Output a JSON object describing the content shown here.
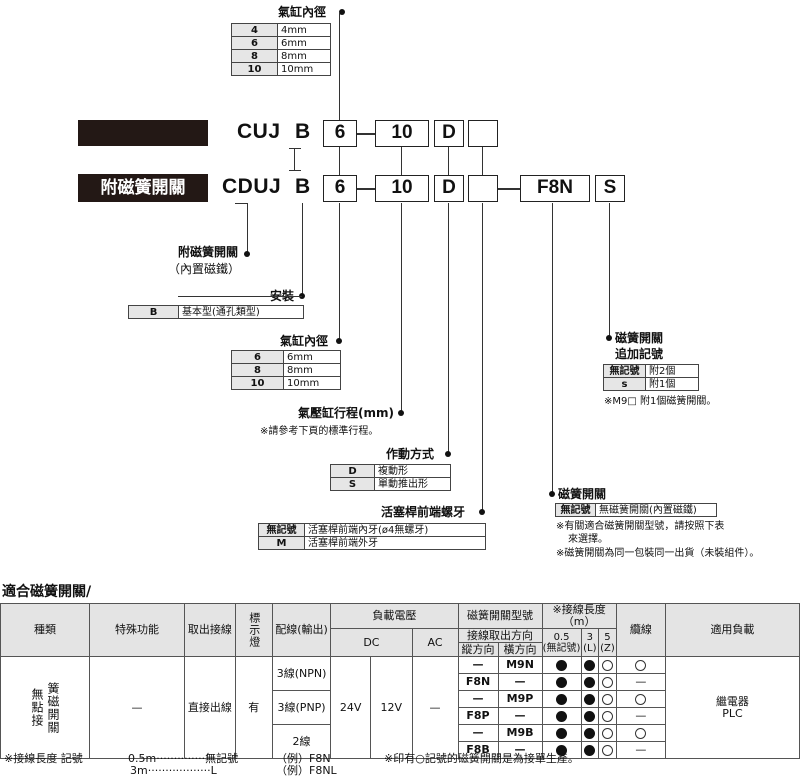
{
  "top_bore": {
    "title": "氣缸內徑",
    "rows": [
      [
        "4",
        "4mm"
      ],
      [
        "6",
        "6mm"
      ],
      [
        "8",
        "8mm"
      ],
      [
        "10",
        "10mm"
      ]
    ]
  },
  "row1": {
    "code": "CUJ",
    "mount": "B",
    "bore": "6",
    "stroke": "10",
    "action": "D"
  },
  "row2": {
    "badge": "附磁簧開關",
    "code": "CDUJ",
    "mount": "B",
    "bore": "6",
    "stroke": "10",
    "action": "D",
    "switch": "F8N",
    "count": "S"
  },
  "magnet": {
    "line1": "附磁簧開關",
    "line2": "（內置磁鐵）"
  },
  "mount": {
    "title": "安裝",
    "rows": [
      [
        "B",
        "基本型(通孔類型)"
      ]
    ]
  },
  "bore2": {
    "title": "氣缸內徑",
    "rows": [
      [
        "6",
        "6mm"
      ],
      [
        "8",
        "8mm"
      ],
      [
        "10",
        "10mm"
      ]
    ]
  },
  "stroke": {
    "title": "氣壓缸行程(mm)",
    "note": "※請參考下頁的標準行程。"
  },
  "action": {
    "title": "作動方式",
    "rows": [
      [
        "D",
        "複動形"
      ],
      [
        "S",
        "單動推出形"
      ]
    ]
  },
  "rod": {
    "title": "活塞桿前端螺牙",
    "rows": [
      [
        "無記號",
        "活塞桿前端內牙(ø4無螺牙)"
      ],
      [
        "M",
        "活塞桿前端外牙"
      ]
    ]
  },
  "count": {
    "title1": "磁簧開關",
    "title2": "追加記號",
    "rows": [
      [
        "無記號",
        "附2個"
      ],
      [
        "s",
        "附1個"
      ]
    ],
    "note": "※M9□ 附1個磁簧開關。"
  },
  "switch": {
    "title": "磁簧開關",
    "rows": [
      [
        "無記號",
        "無磁簧開關(內置磁鐵)"
      ]
    ],
    "note1": "※有關適合磁簧開關型號，請按照下表",
    "note2": "來選擇。",
    "note3": "※磁簧開關為同一包裝同一出貨（未裝組件）。"
  },
  "table": {
    "title": "適合磁簧開關/",
    "h_type": "種類",
    "h_special": "特殊功能",
    "h_outlet": "取出接線",
    "h_lamp": "標示燈",
    "h_wiring": "配線(輸出)",
    "h_voltage": "負載電壓",
    "h_dc": "DC",
    "h_ac": "AC",
    "h_model": "磁簧開關型號",
    "h_dir": "接線取出方向",
    "h_vert": "縱方向",
    "h_horz": "橫方向",
    "h_len": "※接線長度（m）",
    "h_05": "0.5",
    "h_05s": "(無記號)",
    "h_3": "3",
    "h_3s": "(L)",
    "h_5": "5",
    "h_5s": "(Z)",
    "h_cable": "纜線",
    "h_load": "適用負載",
    "type_main": "無點接",
    "type_sub": "簧磁開關",
    "special": "—",
    "outlet": "直接出線",
    "lamp": "有",
    "dc1": "24V",
    "dc2": "12V",
    "ac": "—",
    "cable": "—",
    "load1": "繼電器",
    "load2": "PLC",
    "wiring": [
      "3線(NPN)",
      "3線(PNP)",
      "2線"
    ],
    "rows": [
      {
        "v": "—",
        "h": "M9N",
        "c05": "●",
        "c3": "●",
        "c5": "○",
        "cab": "○"
      },
      {
        "v": "F8N",
        "h": "—",
        "c05": "●",
        "c3": "●",
        "c5": "○",
        "cab": "—"
      },
      {
        "v": "—",
        "h": "M9P",
        "c05": "●",
        "c3": "●",
        "c5": "○",
        "cab": "○"
      },
      {
        "v": "F8P",
        "h": "—",
        "c05": "●",
        "c3": "●",
        "c5": "○",
        "cab": "—"
      },
      {
        "v": "—",
        "h": "M9B",
        "c05": "●",
        "c3": "●",
        "c5": "○",
        "cab": "○"
      },
      {
        "v": "F8B",
        "h": "—",
        "c05": "●",
        "c3": "●",
        "c5": "○",
        "cab": "—"
      }
    ]
  },
  "footer": {
    "len_title": "※接線長度 記號",
    "len1": "0.5m··············無記號",
    "len2": "3m··················L",
    "ex1": "（例）F8N",
    "ex2": "（例）F8NL",
    "note": "※印有○記號的磁簧開關是為接單生產。"
  }
}
